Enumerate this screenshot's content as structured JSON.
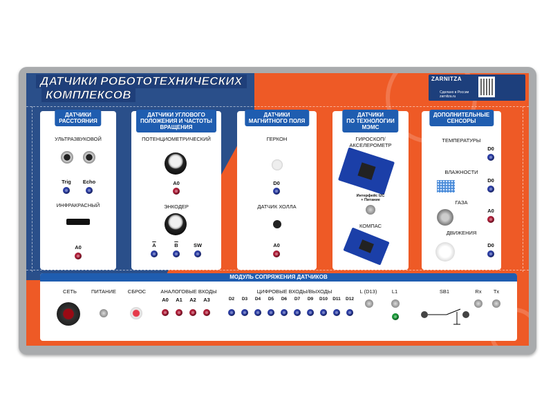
{
  "title": {
    "line1": "ДАТЧИКИ РОБОТОТЕХНИЧЕСКИХ",
    "line2": "КОМПЛЕКСОВ"
  },
  "brand": {
    "logo": "ZARNITZA",
    "sub1": "Сделано в России",
    "sub2": "zarnitza.ru"
  },
  "panels": {
    "distance": {
      "header": "ДАТЧИКИ\nРАССТОЯНИЯ",
      "ultrasonic": "УЛЬТРАЗВУКОВОЙ",
      "trig": "Trig",
      "echo": "Echo",
      "infrared": "ИНФРАКРАСНЫЙ",
      "a0": "A0"
    },
    "angular": {
      "header": "ДАТЧИКИ УГЛОВОГО\nПОЛОЖЕНИЯ И ЧАСТОТЫ\nВРАЩЕНИЯ",
      "potentiometer": "ПОТЕНЦИОМЕТРИЧЕСКИЙ",
      "a0": "A0",
      "encoder": "ЭНКОДЕР",
      "a": "A",
      "b": "B",
      "sw": "SW"
    },
    "magnetic": {
      "header": "ДАТЧИКИ\nМАГНИТНОГО ПОЛЯ",
      "reed": "ГЕРКОН",
      "d0": "D0",
      "hall": "ДАТЧИК ХОЛЛА",
      "a0": "A0"
    },
    "mems": {
      "header": "ДАТЧИКИ\nПО ТЕХНОЛОГИИ\nМЭМС",
      "gyro": "ГИРОСКОП/\nАКСЕЛЕРОМЕТР",
      "i2c": "Интерфейс I2C\n+ Питание",
      "compass": "КОМПАС"
    },
    "extra": {
      "header": "ДОПОЛНИТЕЛЬНЫЕ\nСЕНСОРЫ",
      "temperature": "ТЕМПЕРАТУРЫ",
      "d0a": "D0",
      "humidity": "ВЛАЖНОСТИ",
      "d0b": "D0",
      "gas": "ГАЗА",
      "a0": "A0",
      "motion": "ДВИЖЕНИЯ",
      "d0c": "D0"
    }
  },
  "module": {
    "header": "МОДУЛЬ СОПРЯЖЕНИЯ ДАТЧИКОВ",
    "net": "СЕТЬ",
    "power": "ПИТАНИЕ",
    "reset": "СБРОС",
    "analog": "АНАЛОГОВЫЕ ВХОДЫ",
    "analog_pins": [
      "A0",
      "A1",
      "A2",
      "A3"
    ],
    "digital": "ЦИФРОВЫЕ ВХОДЫ/ВЫХОДЫ",
    "digital_pins": [
      "D2",
      "D3",
      "D4",
      "D5",
      "D6",
      "D7",
      "D9",
      "D10",
      "D11",
      "D12"
    ],
    "l13": "L (D13)",
    "l1": "L1",
    "sb1": "SB1",
    "rx": "Rx",
    "tx": "Tx"
  },
  "colors": {
    "board": "#ee5a26",
    "blue": "#1f5db0",
    "frame": "#a9abad"
  }
}
